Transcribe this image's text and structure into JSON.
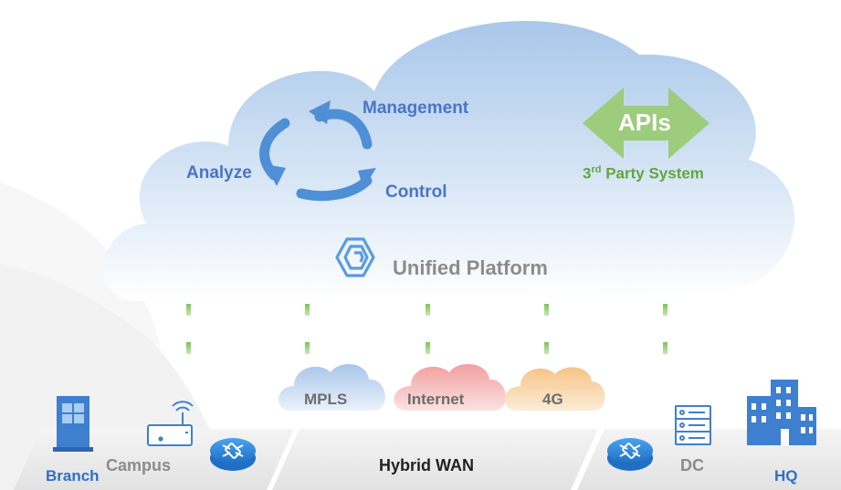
{
  "cloud": {
    "management_label": "Management",
    "analyze_label": "Analyze",
    "control_label": "Control",
    "apis_label": "APIs",
    "third_party_prefix": "3",
    "third_party_sup": "rd",
    "third_party_suffix": " Party System",
    "platform_label": "Unified Platform"
  },
  "network": {
    "mpls_label": "MPLS",
    "internet_label": "Internet",
    "4g_label": "4G",
    "hybrid_wan_label": "Hybrid WAN"
  },
  "sites": {
    "branch_label": "Branch",
    "campus_label": "Campus",
    "dc_label": "DC",
    "hq_label": "HQ"
  },
  "colors": {
    "cloud_light": "#e6eff9",
    "cloud_blue": "#a9c7ea",
    "arrow_blue": "#4f8fd6",
    "apis_green": "#9ccc7c",
    "text_blue": "#4a74c9",
    "text_green": "#5fa83a",
    "mpls_cloud": "#b9d3ee",
    "internet_cloud": "#f4b9b9",
    "4g_cloud": "#f8d5a8",
    "router_blue": "#3a8fe0",
    "icon_blue": "#3f7fcf"
  },
  "icons": {
    "cycle": "cycle-arrows-icon",
    "apis": "double-arrow-icon",
    "platform": "platform-logo-icon",
    "router": "router-icon",
    "wifi_ap": "wifi-access-point-icon",
    "building": "building-icon",
    "server": "server-rack-icon",
    "hq": "office-buildings-icon"
  }
}
